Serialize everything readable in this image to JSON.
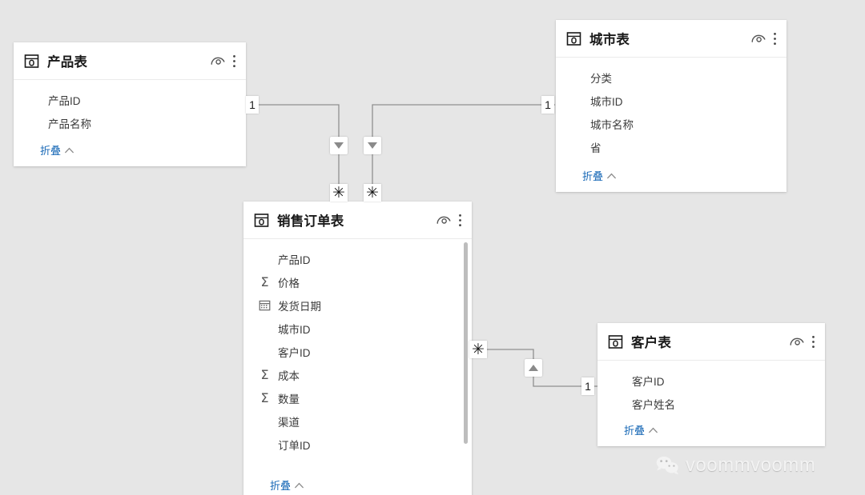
{
  "canvas": {
    "background": "#e6e6e6",
    "card_background": "#ffffff",
    "link_color": "#1466b5",
    "line_color": "#8f8f8f",
    "text_color": "#3b3b3b",
    "title_color": "#1a1a1a"
  },
  "common": {
    "collapse_label": "折叠",
    "table_icon_name": "table-icon",
    "eye_icon_name": "eye-icon",
    "more_icon_name": "more-options-icon",
    "chevron_up_icon_name": "chevron-up-icon"
  },
  "tables": [
    {
      "id": "product",
      "title": "产品表",
      "fields": [
        {
          "name": "产品ID",
          "icon": "none"
        },
        {
          "name": "产品名称",
          "icon": "none"
        }
      ],
      "collapse_label": "折叠",
      "has_scrollbar": false
    },
    {
      "id": "city",
      "title": "城市表",
      "fields": [
        {
          "name": "分类",
          "icon": "none"
        },
        {
          "name": "城市ID",
          "icon": "none"
        },
        {
          "name": "城市名称",
          "icon": "none"
        },
        {
          "name": "省",
          "icon": "none"
        }
      ],
      "collapse_label": "折叠",
      "has_scrollbar": false
    },
    {
      "id": "sales_order",
      "title": "销售订单表",
      "fields": [
        {
          "name": "产品ID",
          "icon": "none"
        },
        {
          "name": "价格",
          "icon": "sigma"
        },
        {
          "name": "发货日期",
          "icon": "calendar"
        },
        {
          "name": "城市ID",
          "icon": "none"
        },
        {
          "name": "客户ID",
          "icon": "none"
        },
        {
          "name": "成本",
          "icon": "sigma"
        },
        {
          "name": "数量",
          "icon": "sigma"
        },
        {
          "name": "渠道",
          "icon": "none"
        },
        {
          "name": "订单ID",
          "icon": "none"
        }
      ],
      "collapse_label": "折叠",
      "has_scrollbar": true
    },
    {
      "id": "customer",
      "title": "客户表",
      "fields": [
        {
          "name": "客户ID",
          "icon": "none"
        },
        {
          "name": "客户姓名",
          "icon": "none"
        }
      ],
      "collapse_label": "折叠",
      "has_scrollbar": false
    }
  ],
  "relationships": [
    {
      "id": "product-to-sales",
      "from_table": "产品表",
      "to_table": "销售订单表",
      "from_cardinality": "1",
      "to_cardinality": "*",
      "cross_filter_direction": "down"
    },
    {
      "id": "city-to-sales",
      "from_table": "城市表",
      "to_table": "销售订单表",
      "from_cardinality": "1",
      "to_cardinality": "*",
      "cross_filter_direction": "down"
    },
    {
      "id": "sales-to-customer",
      "from_table": "销售订单表",
      "to_table": "客户表",
      "from_cardinality": "*",
      "to_cardinality": "1",
      "cross_filter_direction": "up"
    }
  ],
  "badges": {
    "one": "1",
    "many": "✳"
  },
  "watermark": {
    "text": "voommvoomm",
    "icon": "wechat-icon"
  }
}
